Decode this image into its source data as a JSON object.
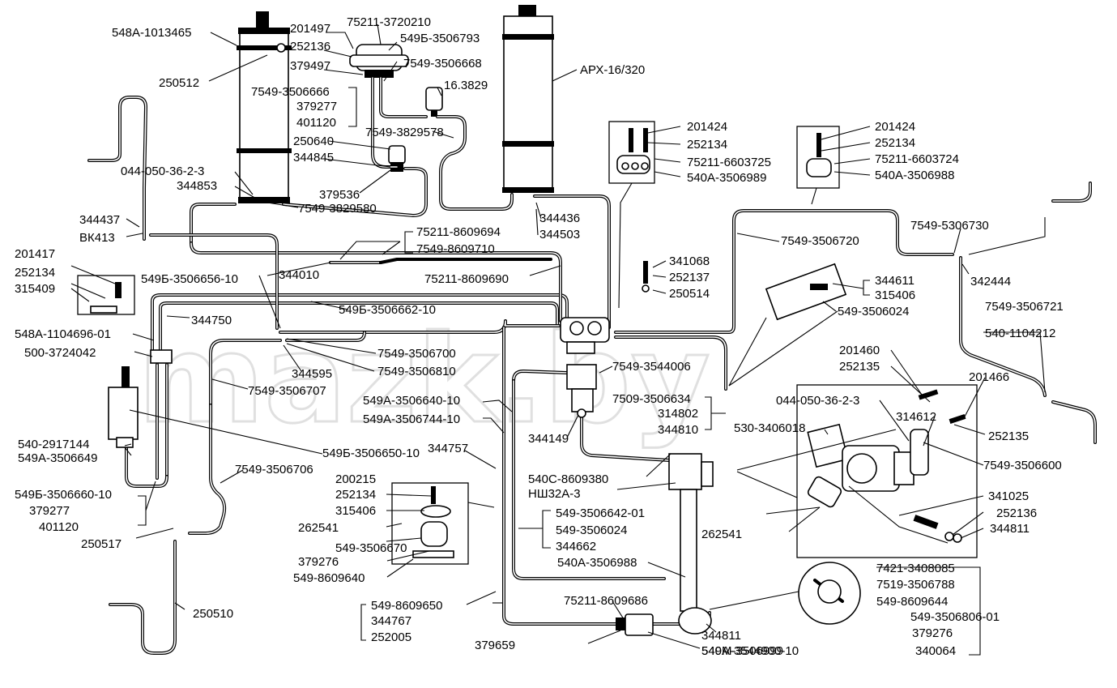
{
  "watermark": "mazk.by",
  "labels": [
    "548А-1013465",
    "250512",
    "201497",
    "252136",
    "75211-3720210",
    "549Б-3506793",
    "379497",
    "7549-3506668",
    "7549-3506666",
    "379277",
    "401120",
    "16.3829",
    "АРХ-16/320",
    "7549-3829578",
    "250640",
    "344845",
    "044-050-36-2-3",
    "344853",
    "379536",
    "7549-3829580",
    "344437",
    "ВК413",
    "201424",
    "252134",
    "75211-6603725",
    "540А-3506989",
    "201424",
    "252134",
    "75211-6603724",
    "540А-3506988",
    "344436",
    "344503",
    "7549-5306730",
    "7549-3506720",
    "75211-8609694",
    "7549-8609710",
    "344010",
    "201417",
    "252134",
    "315409",
    "549Б-3506656-10",
    "75211-8609690",
    "341068",
    "252137",
    "250514",
    "342444",
    "344611",
    "315406",
    "549Б-3506662-10",
    "344750",
    "549-3506024",
    "7549-3506721",
    "548А-1104696-01",
    "540-1104212",
    "500-3724042",
    "7549-3506700",
    "7549-3506810",
    "344595",
    "201460",
    "252135",
    "7549-3544006",
    "201466",
    "7549-3506707",
    "549А-3506640-10",
    "7509-3506634",
    "044-050-36-2-3",
    "314802",
    "549А-3506744-10",
    "344810",
    "540-2917144",
    "549Б-3506650-10",
    "549А-3506649",
    "344149",
    "530-3406018",
    "314612",
    "252135",
    "344757",
    "7549-3506706",
    "540С-8609380",
    "7549-3506600",
    "НШ32А-3",
    "200215",
    "549Б-3506660-10",
    "252134",
    "315406",
    "379277",
    "549-3506642-01",
    "341025",
    "252136",
    "401120",
    "262541",
    "549-3506024",
    "344811",
    "250517",
    "262541",
    "549-3506670",
    "344662",
    "379276",
    "540А-3506988",
    "7421-3408085",
    "549-8609640",
    "7519-3506788",
    "549-8609644",
    "549-8609650",
    "549-3506806-01",
    "250510",
    "75211-8609686",
    "344767",
    "379276",
    "252005",
    "344811",
    "379659",
    "549А-3544900-10",
    "540М-3506999",
    "340064"
  ]
}
